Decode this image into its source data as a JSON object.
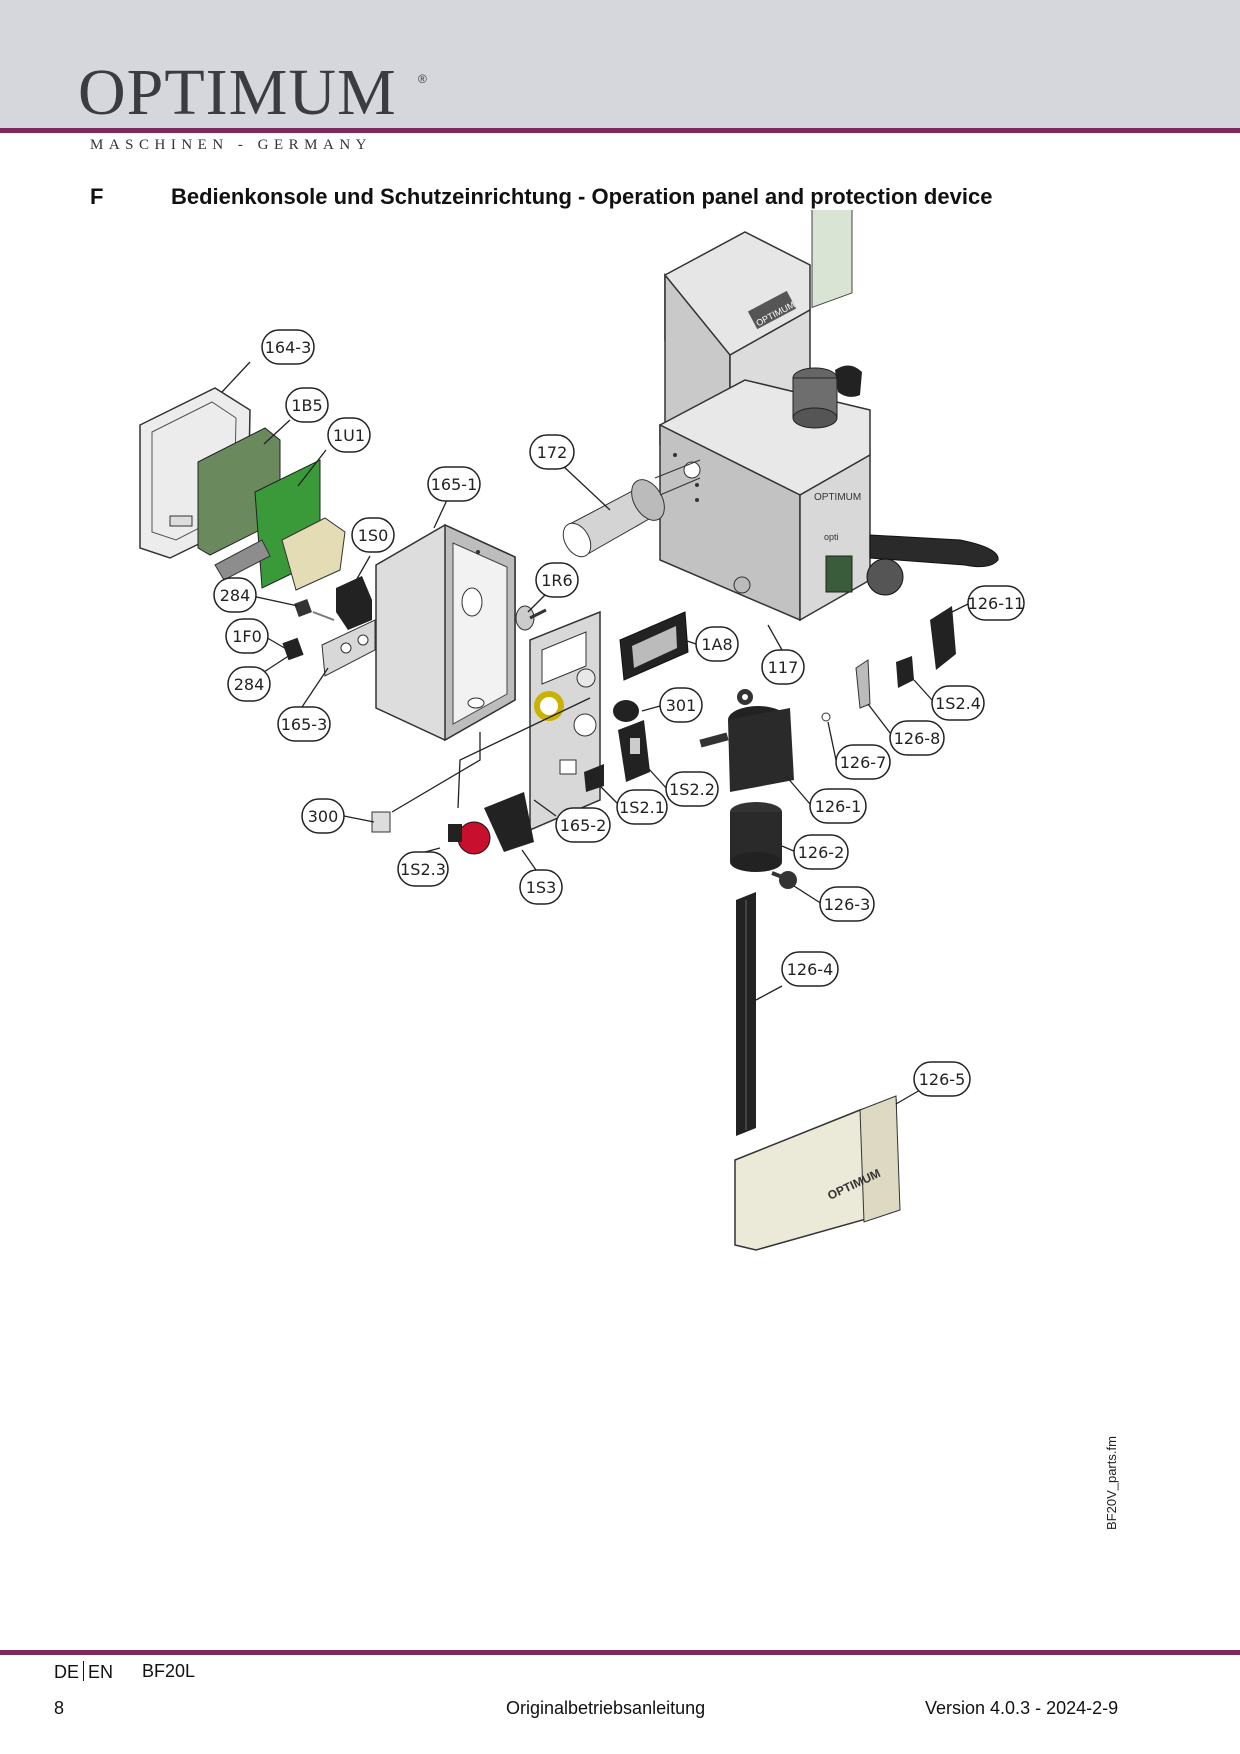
{
  "header": {
    "logo_name": "OPTIMUM",
    "logo_reg": "®",
    "logo_sub": "MASCHINEN - GERMANY",
    "brand_color": "#7d2a5e"
  },
  "section": {
    "letter": "F",
    "title": "Bedienkonsole und Schutzeinrichtung - Operation panel and protection device"
  },
  "diagram": {
    "callouts": [
      "164-3",
      "1B5",
      "1U1",
      "165-1",
      "1S0",
      "172",
      "1R6",
      "284",
      "1F0",
      "284",
      "165-3",
      "1A8",
      "117",
      "126-11",
      "301",
      "1S2.4",
      "126-8",
      "126-7",
      "1S2.2",
      "1S2.1",
      "165-2",
      "300",
      "126-1",
      "1S2.3",
      "1S3",
      "126-2",
      "126-3",
      "126-4",
      "126-5"
    ],
    "brand_marks": [
      "OPTIMUM",
      "OPTIMUM",
      "OPTIMUM",
      "opti"
    ]
  },
  "side_label": "BF20V_parts.fm",
  "footer": {
    "lang_de": "DE",
    "lang_en": "EN",
    "model": "BF20L",
    "page": "8",
    "doc": "Originalbetriebsanleitung",
    "version": "Version 4.0.3 - 2024-2-9"
  }
}
